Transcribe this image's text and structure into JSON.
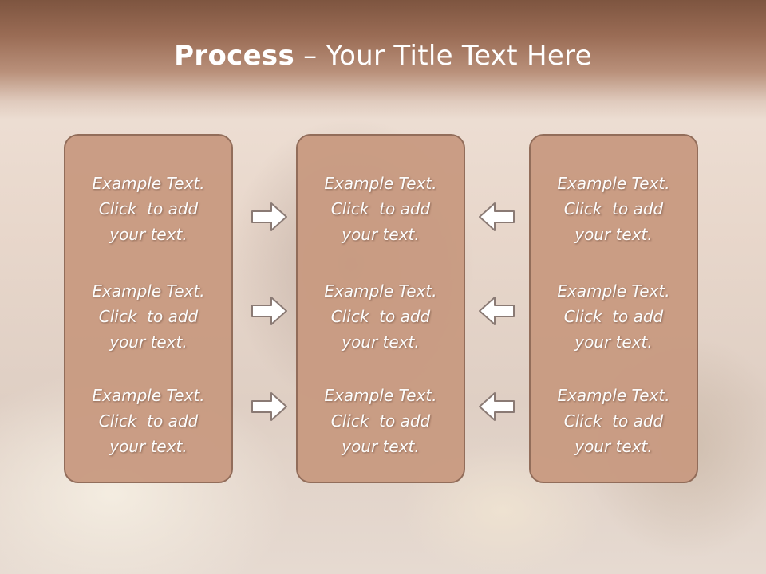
{
  "title": {
    "bold": "Process",
    "rest": " – Your Title Text Here"
  },
  "columns": [
    {
      "name": "left",
      "items": [
        {
          "line1": "Example Text.",
          "line2": "Click  to add",
          "line3": "your text."
        },
        {
          "line1": "Example Text.",
          "line2": "Click  to add",
          "line3": "your text."
        },
        {
          "line1": "Example Text.",
          "line2": "Click  to add",
          "line3": "your text."
        }
      ]
    },
    {
      "name": "middle",
      "items": [
        {
          "line1": "Example Text.",
          "line2": "Click  to add",
          "line3": "your text."
        },
        {
          "line1": "Example Text.",
          "line2": "Click  to add",
          "line3": "your text."
        },
        {
          "line1": "Example Text.",
          "line2": "Click  to add",
          "line3": "your text."
        }
      ]
    },
    {
      "name": "right",
      "items": [
        {
          "line1": "Example Text.",
          "line2": "Click  to add",
          "line3": "your text."
        },
        {
          "line1": "Example Text.",
          "line2": "Click  to add",
          "line3": "your text."
        },
        {
          "line1": "Example Text.",
          "line2": "Click  to add",
          "line3": "your text."
        }
      ]
    }
  ],
  "icons": {
    "left_arrows": "arrow-right-icon",
    "right_arrows": "arrow-left-icon"
  },
  "colors": {
    "box_fill": "#c99b82",
    "box_border": "#8f6956",
    "title_band": "#9a6c55",
    "arrow_fill": "#ffffff",
    "arrow_stroke": "#8a7a74"
  }
}
